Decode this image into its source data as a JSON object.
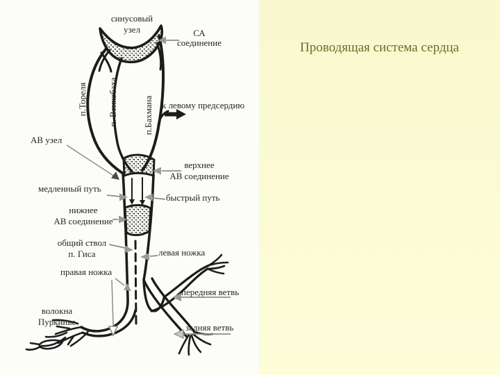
{
  "title": "Проводящая система сердца",
  "colors": {
    "background_yellow": "#FAFAD2",
    "panel_white": "#FCFCF9",
    "title_text": "#6e6c28",
    "ink": "#1c1c1c",
    "callout_arrow_gray": "#8c8c8c"
  },
  "diagram": {
    "labels": {
      "sinus_node": {
        "line1": "синусовый",
        "line2": "узел"
      },
      "sa_junction": {
        "line1": "СА",
        "line2": "соединение"
      },
      "tract_thorel": "п.Тореля",
      "tract_wenckebach": "п. Венкебаха",
      "tract_bachmann": "п.Бахмана",
      "to_left_atrium": "к левому предсердию",
      "av_node": "АВ узел",
      "upper_av_junction": {
        "line1": "верхнее",
        "line2": "АВ соединение"
      },
      "slow_path": "медленный путь",
      "fast_path": "быстрый путь",
      "lower_av_junction": {
        "line1": "нижнее",
        "line2": "АВ соединение"
      },
      "his_trunk": {
        "line1": "общий ствол",
        "line2": "п. Гиса"
      },
      "left_branch": "левая ножка",
      "right_branch": "правая ножка",
      "anterior_branch": "передняя ветвь",
      "purkinje_fibers": {
        "line1": "волокна",
        "line2": "Пуркинье"
      },
      "posterior_branch": "задняя ветвь"
    }
  }
}
